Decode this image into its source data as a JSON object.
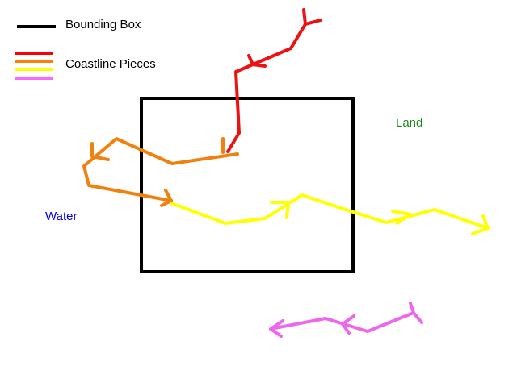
{
  "legend": {
    "bounding_box_label": "Bounding Box",
    "coastline_pieces_label": "Coastline Pieces",
    "bounding_box_color": "#000000",
    "coastline_colors": [
      "#ff0000",
      "#ff8000",
      "#ffff00",
      "#ff66ff"
    ]
  },
  "regions": {
    "land_label": "Land",
    "land_color": "#1a8a1a",
    "water_label": "Water",
    "water_color": "#0000ff"
  },
  "coastline_pieces": [
    {
      "name": "red",
      "color": "#ee1111"
    },
    {
      "name": "orange",
      "color": "#f08010"
    },
    {
      "name": "yellow",
      "color": "#ffff00"
    },
    {
      "name": "magenta",
      "color": "#ee66ee"
    }
  ]
}
